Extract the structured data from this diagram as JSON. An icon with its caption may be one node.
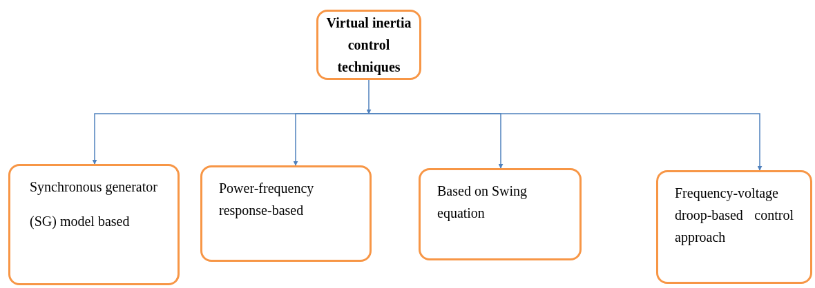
{
  "diagram": {
    "nodes": [
      {
        "text": [
          "Virtual inertia control techniques"
        ]
      },
      {
        "text": [
          "Synchronous generator",
          "(SG) model based"
        ]
      },
      {
        "text": [
          "Power-frequency response-based"
        ]
      },
      {
        "text": [
          "Based on Swing equation"
        ]
      },
      {
        "text": [
          "Frequency-voltage droop-based control approach"
        ]
      }
    ],
    "edges": [
      {
        "from": 0,
        "to": 1,
        "arrow": "to"
      },
      {
        "from": 0,
        "to": 2,
        "arrow": "to"
      },
      {
        "from": 0,
        "to": 3,
        "arrow": "to"
      },
      {
        "from": 0,
        "to": 4,
        "arrow": "to"
      }
    ]
  }
}
